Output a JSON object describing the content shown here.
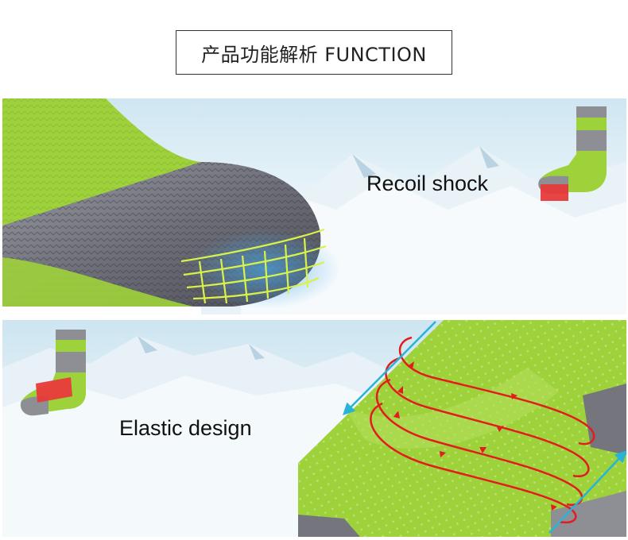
{
  "header": {
    "title": "产品功能解析 FUNCTION"
  },
  "features": [
    {
      "label": "Recoil shock"
    },
    {
      "label": "Elastic design"
    }
  ],
  "colors": {
    "sock_green": "#9ed23a",
    "sock_grey": "#8e8f95",
    "highlight_red": "#e83a3a",
    "arrow_red": "#e21d1d",
    "arrow_cyan": "#29b3d6",
    "grid_yellow": "#d9f24a"
  }
}
